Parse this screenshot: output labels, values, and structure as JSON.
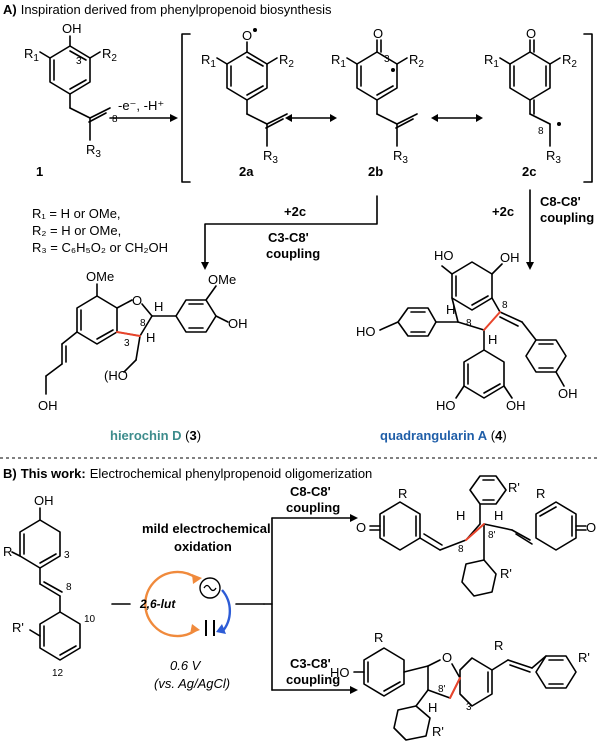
{
  "colors": {
    "accent_red": "#e8442b",
    "teal": "#3d8c8c",
    "blue": "#1f5ea8",
    "orange": "#f08a3c",
    "circuit_blue": "#2d5cd6"
  },
  "section_a": {
    "prefix": "A)",
    "title": "Inspiration derived from phenylpropenoid biosynthesis",
    "oxidation": "-e⁻, -H⁺",
    "compound_labels": {
      "c1": "1",
      "c2a": "2a",
      "c2b": "2b",
      "c2c": "2c"
    },
    "atom_labels": {
      "oh": "OH",
      "o": "O",
      "r1": "R",
      "r2": "R",
      "r3": "R",
      "sub1": "1",
      "sub2": "2",
      "sub3": "3",
      "n3": "3",
      "n8": "8"
    },
    "substituents": {
      "line1": "R₁ = H or OMe,",
      "line2": "R₂ = H or OMe,",
      "line3": "R₃ = C₆H₅O₂ or CH₂OH"
    },
    "left_path": {
      "reagent": "+2c",
      "coupling_line1": "C3-C8'",
      "coupling_line2": "coupling"
    },
    "right_path": {
      "reagent": "+2c",
      "coupling_line1": "C8-C8'",
      "coupling_line2": "coupling"
    },
    "product_3": {
      "name": "hierochin D",
      "num": "3"
    },
    "product_4": {
      "name": "quadrangularin A",
      "num": "4"
    },
    "product_atoms": {
      "ome": "OMe",
      "oh": "OH",
      "ho": "HO",
      "h": "H",
      "o": "O",
      "n8": "8",
      "n3": "3"
    }
  },
  "section_b": {
    "prefix": "B)",
    "title_bold": "This work:",
    "title_rest": "Electrochemical phenylpropenoid oligomerization",
    "conditions_line1": "mild electrochemical",
    "conditions_line2": "oxidation",
    "mediator": "2,6-lut",
    "voltage": "0.6 V",
    "reference": "(vs. Ag/AgCl)",
    "top_path": {
      "line1": "C8-C8'",
      "line2": "coupling"
    },
    "bottom_path": {
      "line1": "C3-C8'",
      "line2": "coupling"
    },
    "atom_labels": {
      "oh": "OH",
      "ho": "HO",
      "o": "O",
      "r": "R",
      "rp": "R'",
      "h": "H",
      "n3": "3",
      "n8": "8",
      "n8p": "8'",
      "n10": "10",
      "n12": "12"
    }
  }
}
